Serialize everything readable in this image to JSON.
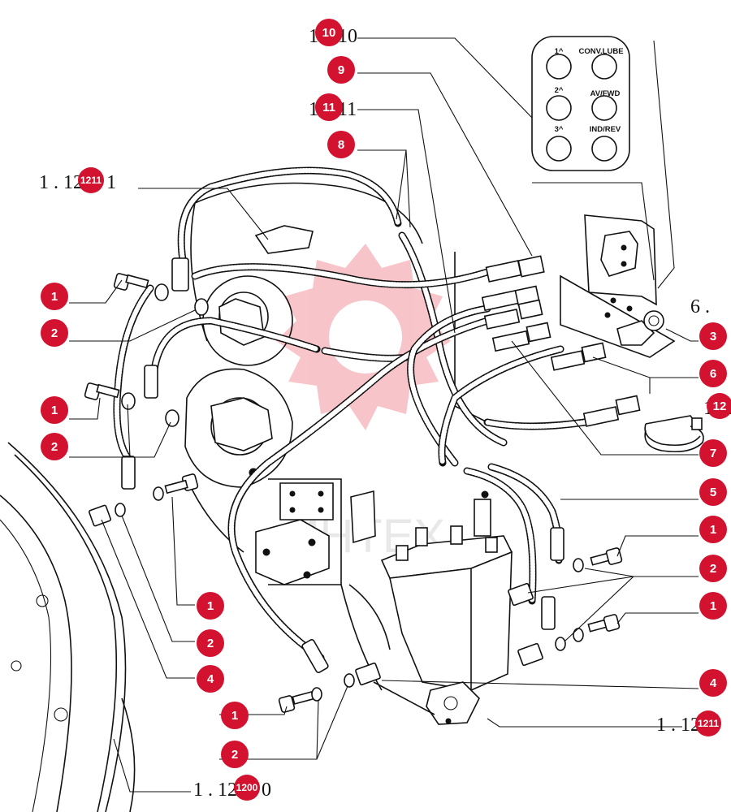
{
  "diagram": {
    "watermark": "ИНТЕХ",
    "control_panel": {
      "labels": [
        "1^",
        "CONV.LUBE",
        "2^",
        "AV/FWD",
        "3^",
        "IND/REV"
      ]
    },
    "references": {
      "ref_1211_left": "1 . 1211 1",
      "ref_10": "1 1 10",
      "ref_11": "1 1 11",
      "ref_6": "6 .",
      "ref_12": "1 12",
      "ref_1211_right": "1 . 1211",
      "ref_1200": "1 . 1200 0"
    },
    "callouts": {
      "c10": "10",
      "c9": "9",
      "c11": "11",
      "c8": "8",
      "c1211a": "1211",
      "c1a": "1",
      "c2a": "2",
      "c1b": "1",
      "c2b": "2",
      "c3": "3",
      "c6": "6",
      "c12": "12",
      "c7": "7",
      "c5": "5",
      "c1c": "1",
      "c2c": "2",
      "c1d": "1",
      "c1e": "1",
      "c2d": "2",
      "c4a": "4",
      "c4b": "4",
      "c1f": "1",
      "c2e": "2",
      "c1211b": "1211",
      "c1200": "1200"
    },
    "colors": {
      "callout": "#d3122f",
      "watermark": "#e94a5e"
    }
  }
}
